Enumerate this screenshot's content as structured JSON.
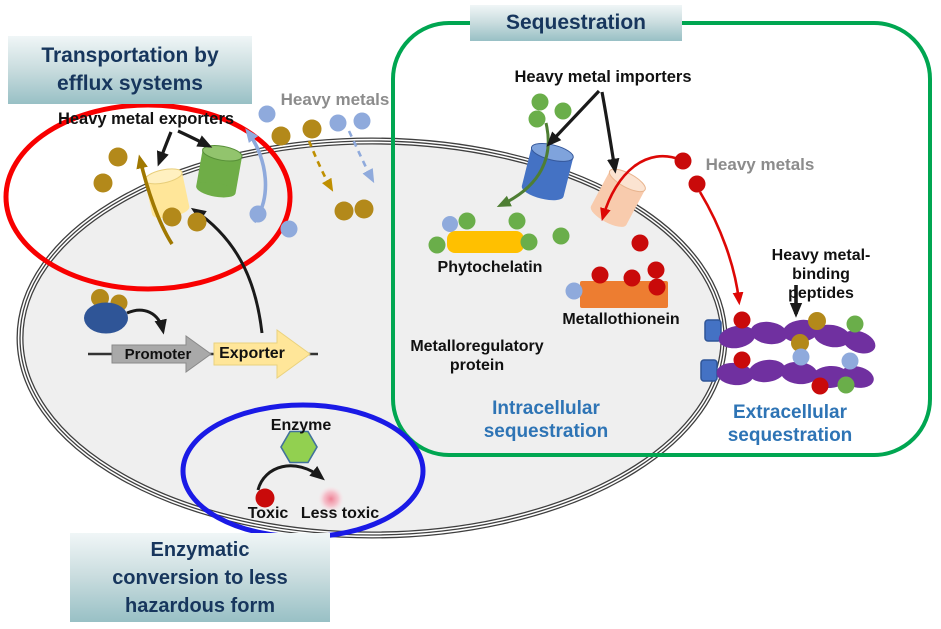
{
  "titles": {
    "transportation": "Transportation by\nefflux systems",
    "sequestration": "Sequestration",
    "enzymatic": "Enzymatic\nconversion to less\nhazardous form"
  },
  "labels": {
    "heavy_metal_exporters": "Heavy metal exporters",
    "heavy_metals_top": "Heavy metals",
    "heavy_metal_importers": "Heavy metal importers",
    "heavy_metals_right": "Heavy metals",
    "phytochelatin": "Phytochelatin",
    "metalloregulatory_protein": "Metalloregulatory\nprotein",
    "metallothionein": "Metallothionein",
    "heavy_metal_binding_peptides": "Heavy metal-binding\npeptides",
    "intracellular": "Intracellular\nsequestration",
    "extracellular": "Extracellular\nsequestration",
    "promoter": "Promoter",
    "exporter": "Exporter",
    "enzyme": "Enzyme",
    "toxic": "Toxic",
    "less_toxic": "Less toxic"
  },
  "colors": {
    "title_text": "#17365D",
    "title_gradient_top": "#F0F6F7",
    "title_gradient_bottom": "#98C0C5",
    "cell_fill": "#EFEFEF",
    "membrane_line": "#3F3F3F",
    "efflux_outline_red": "#F80000",
    "sequestration_outline_green": "#00A651",
    "enzymatic_outline_blue": "#1A1AE6",
    "gold_metal": "#B3891A",
    "blue_metal": "#8FAADC",
    "green_metal": "#6AAE4A",
    "red_metal": "#C90A0A",
    "section_label_blue": "#2E74B5",
    "gray_label": "#8C8C8C",
    "phytochelatin_fill": "#FFC000",
    "metallothionein_fill": "#ED7D31",
    "metalloregulatory_fill": "#2F5597",
    "peptide_purple": "#7030A0",
    "enzyme_green": "#92D050"
  }
}
